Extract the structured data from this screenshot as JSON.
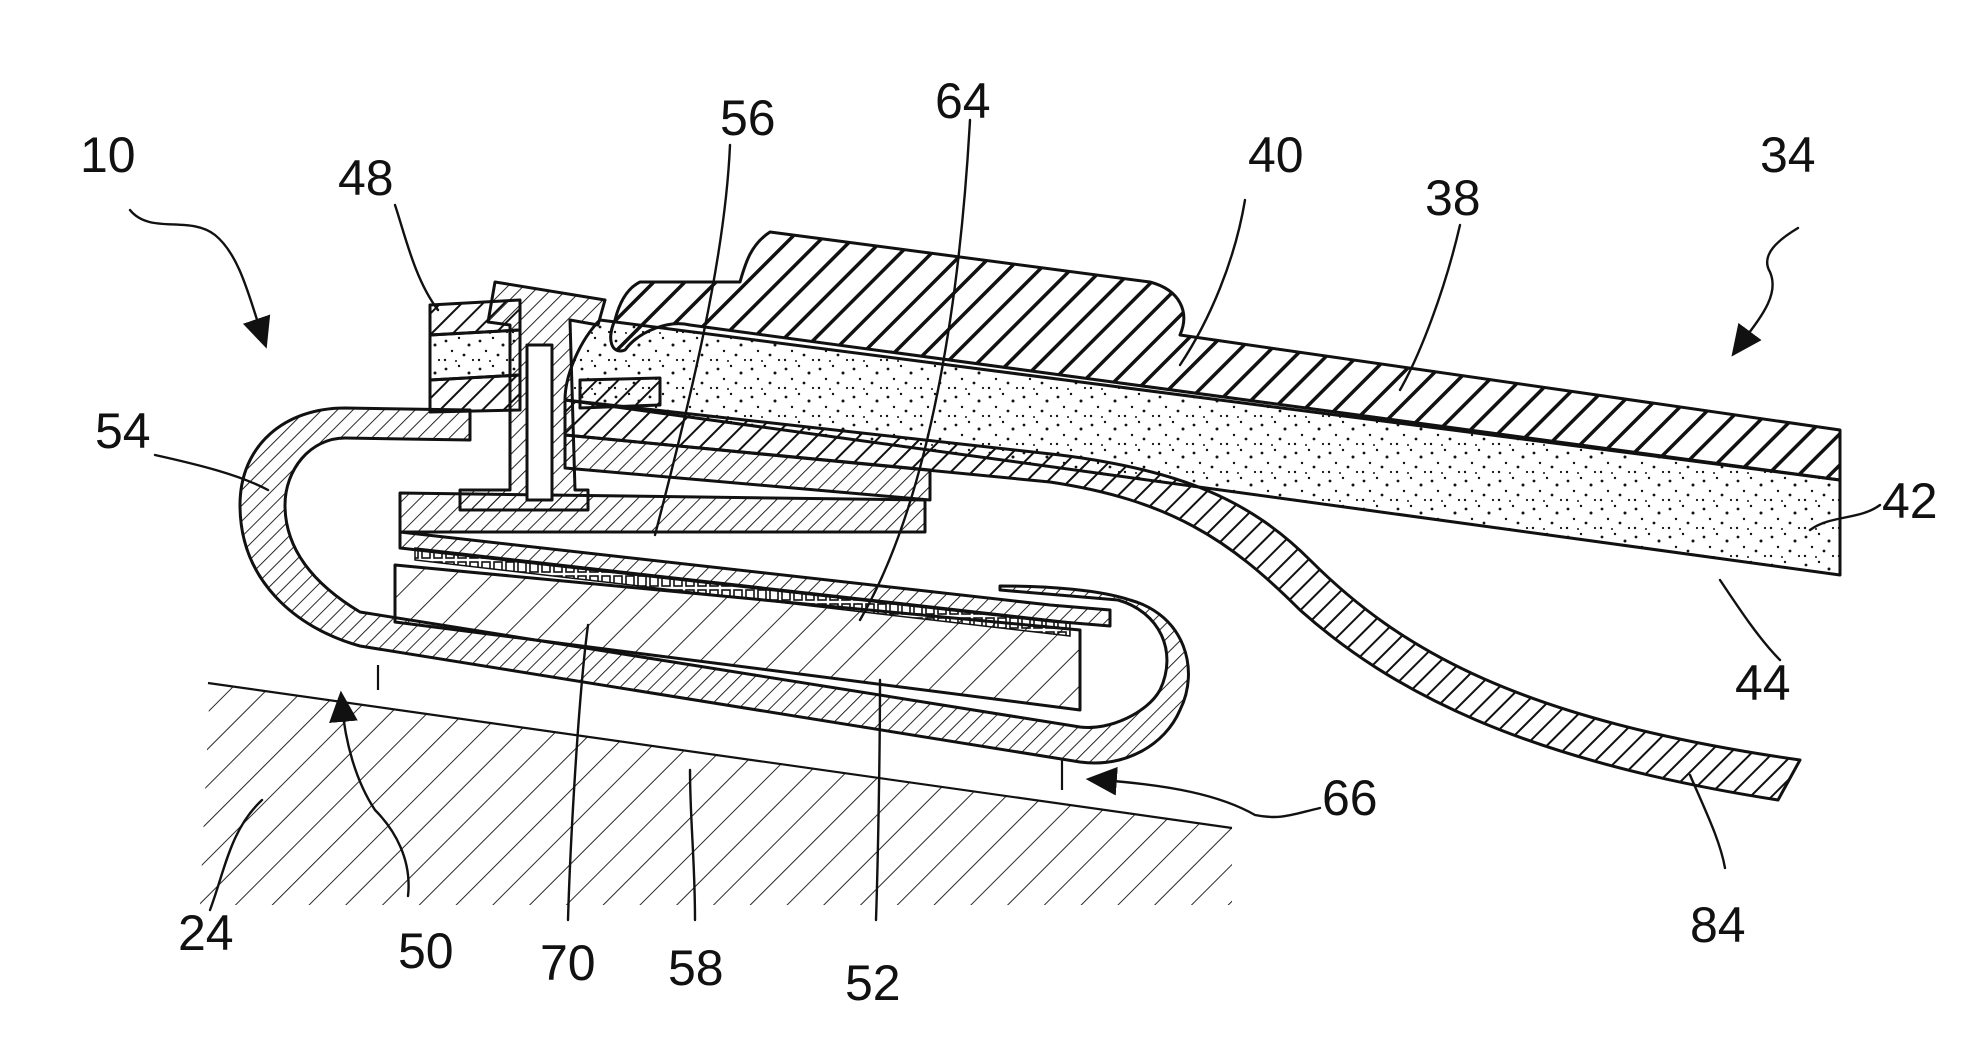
{
  "figure": {
    "labels": {
      "l10": "10",
      "l48": "48",
      "l56": "56",
      "l64": "64",
      "l40": "40",
      "l38": "38",
      "l34": "34",
      "l54": "54",
      "l42": "42",
      "l44": "44",
      "l66": "66",
      "l84": "84",
      "l24": "24",
      "l50": "50",
      "l70": "70",
      "l58": "58",
      "l52": "52"
    }
  }
}
